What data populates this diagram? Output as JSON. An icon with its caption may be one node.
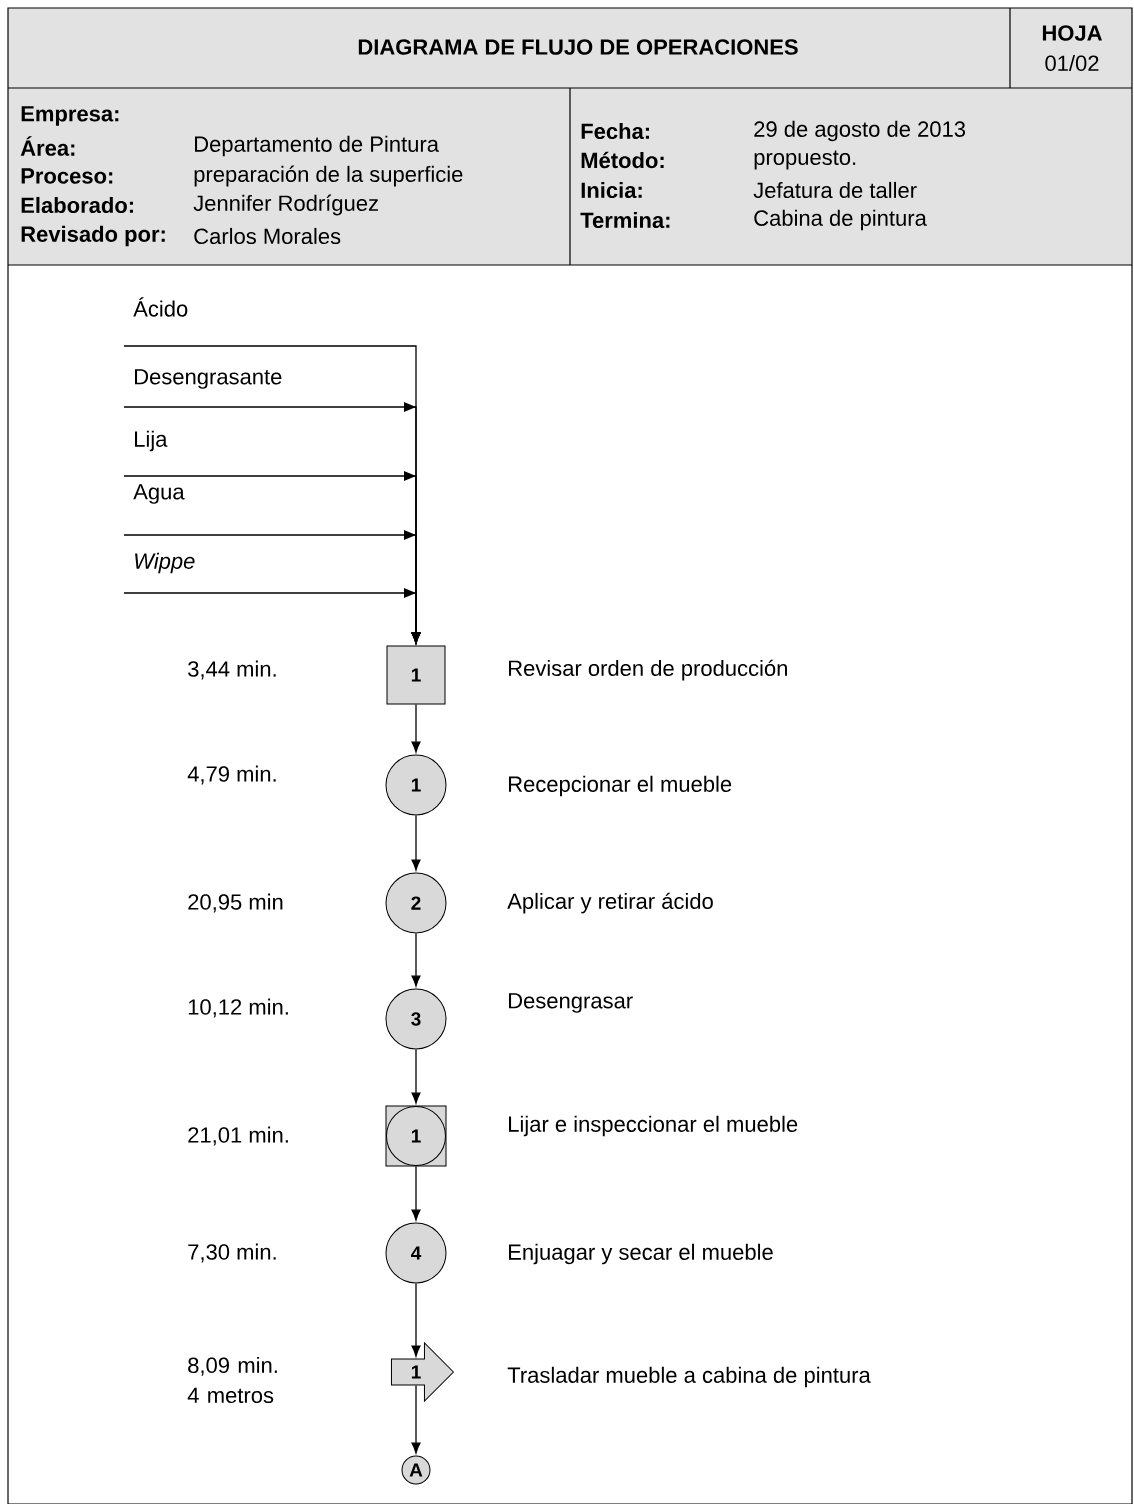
{
  "diagram": {
    "title": "DIAGRAMA DE FLUJO DE OPERACIONES",
    "nodes": [
      {
        "text": [
          "1"
        ],
        "beside": [
          "Revisar orden de producción"
        ]
      },
      {
        "text": [
          "1"
        ],
        "beside": [
          "Recepcionar el mueble"
        ]
      },
      {
        "text": [
          "2"
        ],
        "beside": [
          "Aplicar y retirar ácido"
        ]
      },
      {
        "text": [
          "3"
        ],
        "beside": [
          "Desengrasar"
        ]
      },
      {
        "text": [
          "1"
        ],
        "beside": [
          "Lijar e inspeccionar el mueble"
        ]
      },
      {
        "text": [
          "4"
        ],
        "beside": [
          "Enjuagar y secar el mueble"
        ]
      },
      {
        "text": [
          "1"
        ],
        "beside": [
          "Trasladar mueble a cabina de pintura"
        ]
      },
      {
        "text": [
          "A"
        ]
      }
    ],
    "edges": [
      {
        "from": 0,
        "to": 1,
        "arrow": "to"
      },
      {
        "from": 1,
        "to": 2,
        "arrow": "to"
      },
      {
        "from": 2,
        "to": 3,
        "arrow": "to"
      },
      {
        "from": 3,
        "to": 4,
        "arrow": "to"
      },
      {
        "from": 4,
        "to": 5,
        "arrow": "to"
      },
      {
        "from": 5,
        "to": 6,
        "arrow": "to"
      },
      {
        "from": 6,
        "to": 7,
        "arrow": "to"
      },
      {
        "from": null,
        "to": 0,
        "arrow": "to",
        "label": "Ácido"
      },
      {
        "from": null,
        "to": 0,
        "arrow": "to",
        "label": "Desengrasante"
      },
      {
        "from": null,
        "to": 0,
        "arrow": "to",
        "label": "Lija"
      },
      {
        "from": null,
        "to": 0,
        "arrow": "to",
        "label": "Agua"
      },
      {
        "from": null,
        "to": 0,
        "arrow": "to",
        "label": "Wippe"
      }
    ],
    "labels": [
      "HOJA",
      "01/02",
      "Empresa:",
      "Área:",
      "Proceso:",
      "Elaborado:",
      "Revisado por:",
      "Departamento de Pintura",
      "preparación de la superficie",
      "Jennifer Rodríguez",
      "Carlos Morales",
      "Fecha:",
      "Método:",
      "Inicia:",
      "Termina:",
      "29 de agosto de 2013",
      "propuesto.",
      "Jefatura de taller",
      "Cabina de pintura",
      "3,44 min.",
      "4,79 min.",
      "20,95 min",
      "10,12 min.",
      "21,01 min.",
      "7,30 min.",
      "8,09 min. 4 metros"
    ]
  }
}
